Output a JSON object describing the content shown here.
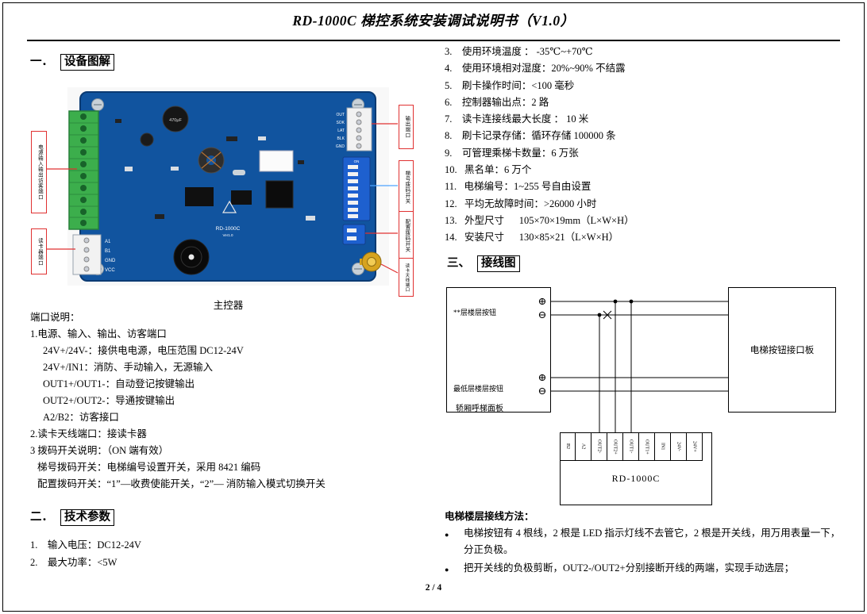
{
  "doc": {
    "title": "RD-1000C 梯控系统安装调试说明书（V1.0）",
    "page_number": "2 / 4"
  },
  "section1": {
    "prefix": "一．",
    "heading": "设备图解",
    "figure": {
      "caption": "主控器",
      "silkscreen": "RD-1000C",
      "silkscreen_version": "Ver1.0",
      "cap_label": "470μF",
      "dip_on": "ON",
      "reader_pins": [
        "A1",
        "B1",
        "GND",
        "VCC"
      ],
      "output_pins": [
        "OUT",
        "SOK",
        "LAT",
        "BLK",
        "GND"
      ],
      "callouts": {
        "left_top": "电源输入输出访客端口",
        "left_bottom": "读卡器端口",
        "right_top": "输出端口",
        "right_dip1": "梯号拨码开关",
        "right_dip2": "配置拨码开关",
        "right_antenna": "读卡天线端口"
      }
    },
    "port_lines": [
      "端口说明：",
      "1.电源、输入、输出、访客端口",
      "24V+/24V-：接供电电源，电压范围 DC12-24V",
      "24V+/IN1：消防、手动输入，无源输入",
      "OUT1+/OUT1-：自动登记按键输出",
      "OUT2+/OUT2-：导通按键输出",
      "A2/B2：访客接口",
      "2.读卡天线端口：接读卡器",
      "3 拨码开关说明：（ON 端有效）",
      "梯号拨码开关：电梯编号设置开关，采用 8421 编码",
      "配置拨码开关：“1”—收费使能开关，“2”— 消防输入模式切换开关"
    ]
  },
  "section2": {
    "prefix": "二．",
    "heading": "技术参数",
    "items": [
      "1.    输入电压：DC12-24V",
      "2.    最大功率：<5W"
    ]
  },
  "right_specs": {
    "items": [
      "3.    使用环境温度 ： -35℃~+70℃",
      "4.    使用环境相对湿度：20%~90% 不结露",
      "5.    刷卡操作时间：<100 毫秒",
      "6.    控制器输出点：2 路",
      "7.    读卡连接线最大长度 ： 10 米",
      "8.    刷卡记录存储：循环存储 100000 条",
      "9.    可管理乘梯卡数量：6 万张",
      "10.   黑名单：6 万个",
      "11.   电梯编号：1~255 号自由设置",
      "12.   平均无故障时间：>26000 小时",
      "13.   外型尺寸      105×70×19mm（L×W×H）",
      "14.   安装尺寸      130×85×21（L×W×H）"
    ]
  },
  "section3": {
    "prefix": "三、",
    "heading": "接线图",
    "diagram": {
      "floor_button_label": "**层楼层按钮",
      "lowest_floor_label": "最低层楼层按钮",
      "panel_name": "轿厢呼梯面板",
      "interface_board": "电梯按钮接口板",
      "controller_name": "RD-1000C",
      "plus": "⊕",
      "minus": "⊖",
      "terminals": [
        "B2",
        "A2",
        "OUT2-",
        "OUT2+",
        "OUT1-",
        "OUT1+",
        "IN1",
        "24V-",
        "24V+"
      ]
    },
    "method": {
      "title": "电梯楼层接线方法：",
      "bullet_char": "●",
      "bullets": [
        "电梯按钮有 4 根线，2 根是 LED 指示灯线不去管它，2 根是开关线，用万用表量一下，分正负极。",
        "把开关线的负极剪断，OUT2-/OUT2+分别接断开线的两端，实现手动选层；"
      ]
    }
  }
}
